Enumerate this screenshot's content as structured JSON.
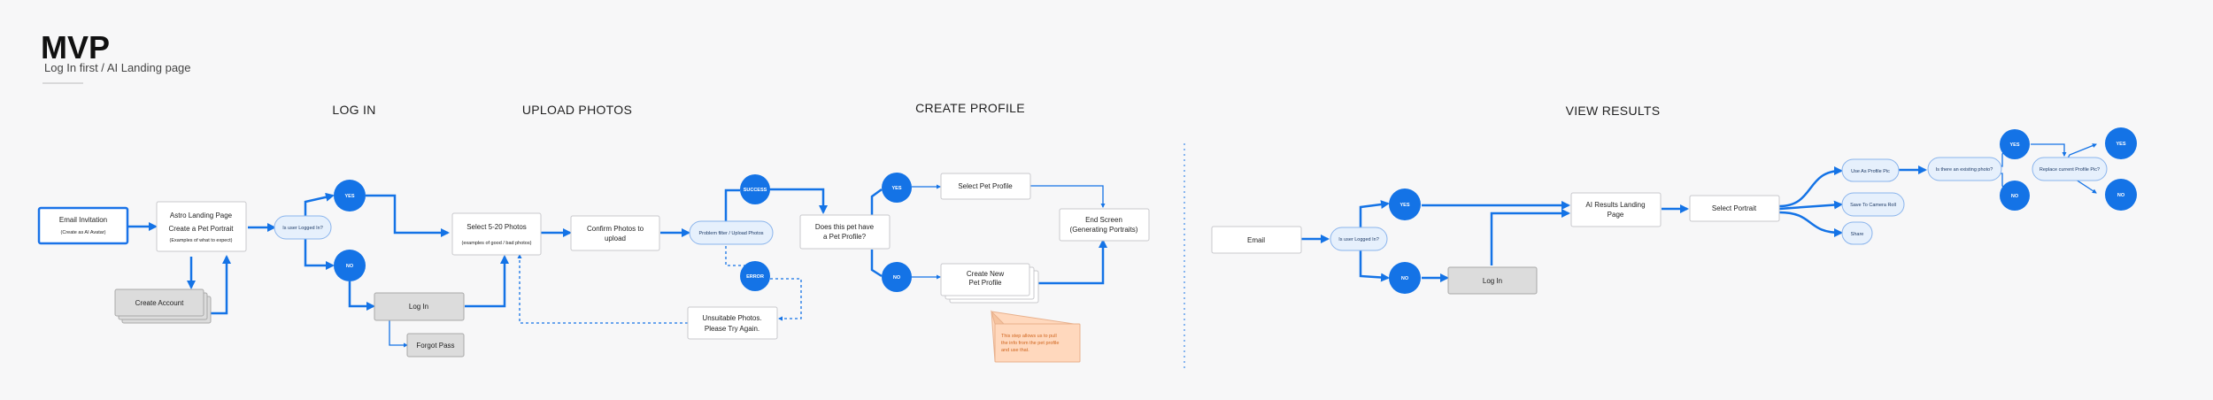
{
  "header": {
    "title": "MVP",
    "subtitle": "Log In first / AI Landing page"
  },
  "sections": {
    "login": "LOG IN",
    "upload": "UPLOAD PHOTOS",
    "create": "CREATE PROFILE",
    "view": "VIEW RESULTS"
  },
  "nodes": {
    "email_invitation": [
      "Email Invitation",
      "(Create as AI Avatar)"
    ],
    "astro_landing": [
      "Astro Landing Page",
      "Create a Pet Portrait",
      "(Examples of what to expect)"
    ],
    "logged_in_q1": "Is user Logged In?",
    "create_account": "Create Account",
    "log_in_1": "Log In",
    "forgot_pass": "Forgot Pass",
    "select_photos": [
      "Select 5-20 Photos",
      "(examples of good / bad photos)"
    ],
    "confirm_photos": [
      "Confirm Photos to",
      "upload"
    ],
    "problem_filter": "Problem filter / Upload Photos",
    "unsuitable": [
      "Unsuitable Photos.",
      "Please Try Again."
    ],
    "has_profile_q": [
      "Does this pet have",
      "a Pet Profile?"
    ],
    "select_pet_profile": "Select Pet Profile",
    "create_pet_profile": [
      "Create New",
      "Pet Profile"
    ],
    "end_screen": [
      "End Screen",
      "(Generating Portraits)"
    ],
    "note": [
      "This step allows us to pull",
      "the info from the pet profile",
      "and use that."
    ],
    "email": "Email",
    "logged_in_q2": "Is user Logged In?",
    "log_in_2": "Log In",
    "ai_results": [
      "AI Results Landing",
      "Page"
    ],
    "select_portrait": "Select Portrait",
    "use_as_profile": "Use As Profile Pic",
    "save_to_camera": "Save To Camera Roll",
    "share": "Share",
    "existing_photo_q": "Is there an existing photo?",
    "replace_current": "Replace current Profile Pic?"
  },
  "badges": {
    "yes": "YES",
    "no": "NO",
    "success": "SUCCESS",
    "error": "ERROR"
  }
}
